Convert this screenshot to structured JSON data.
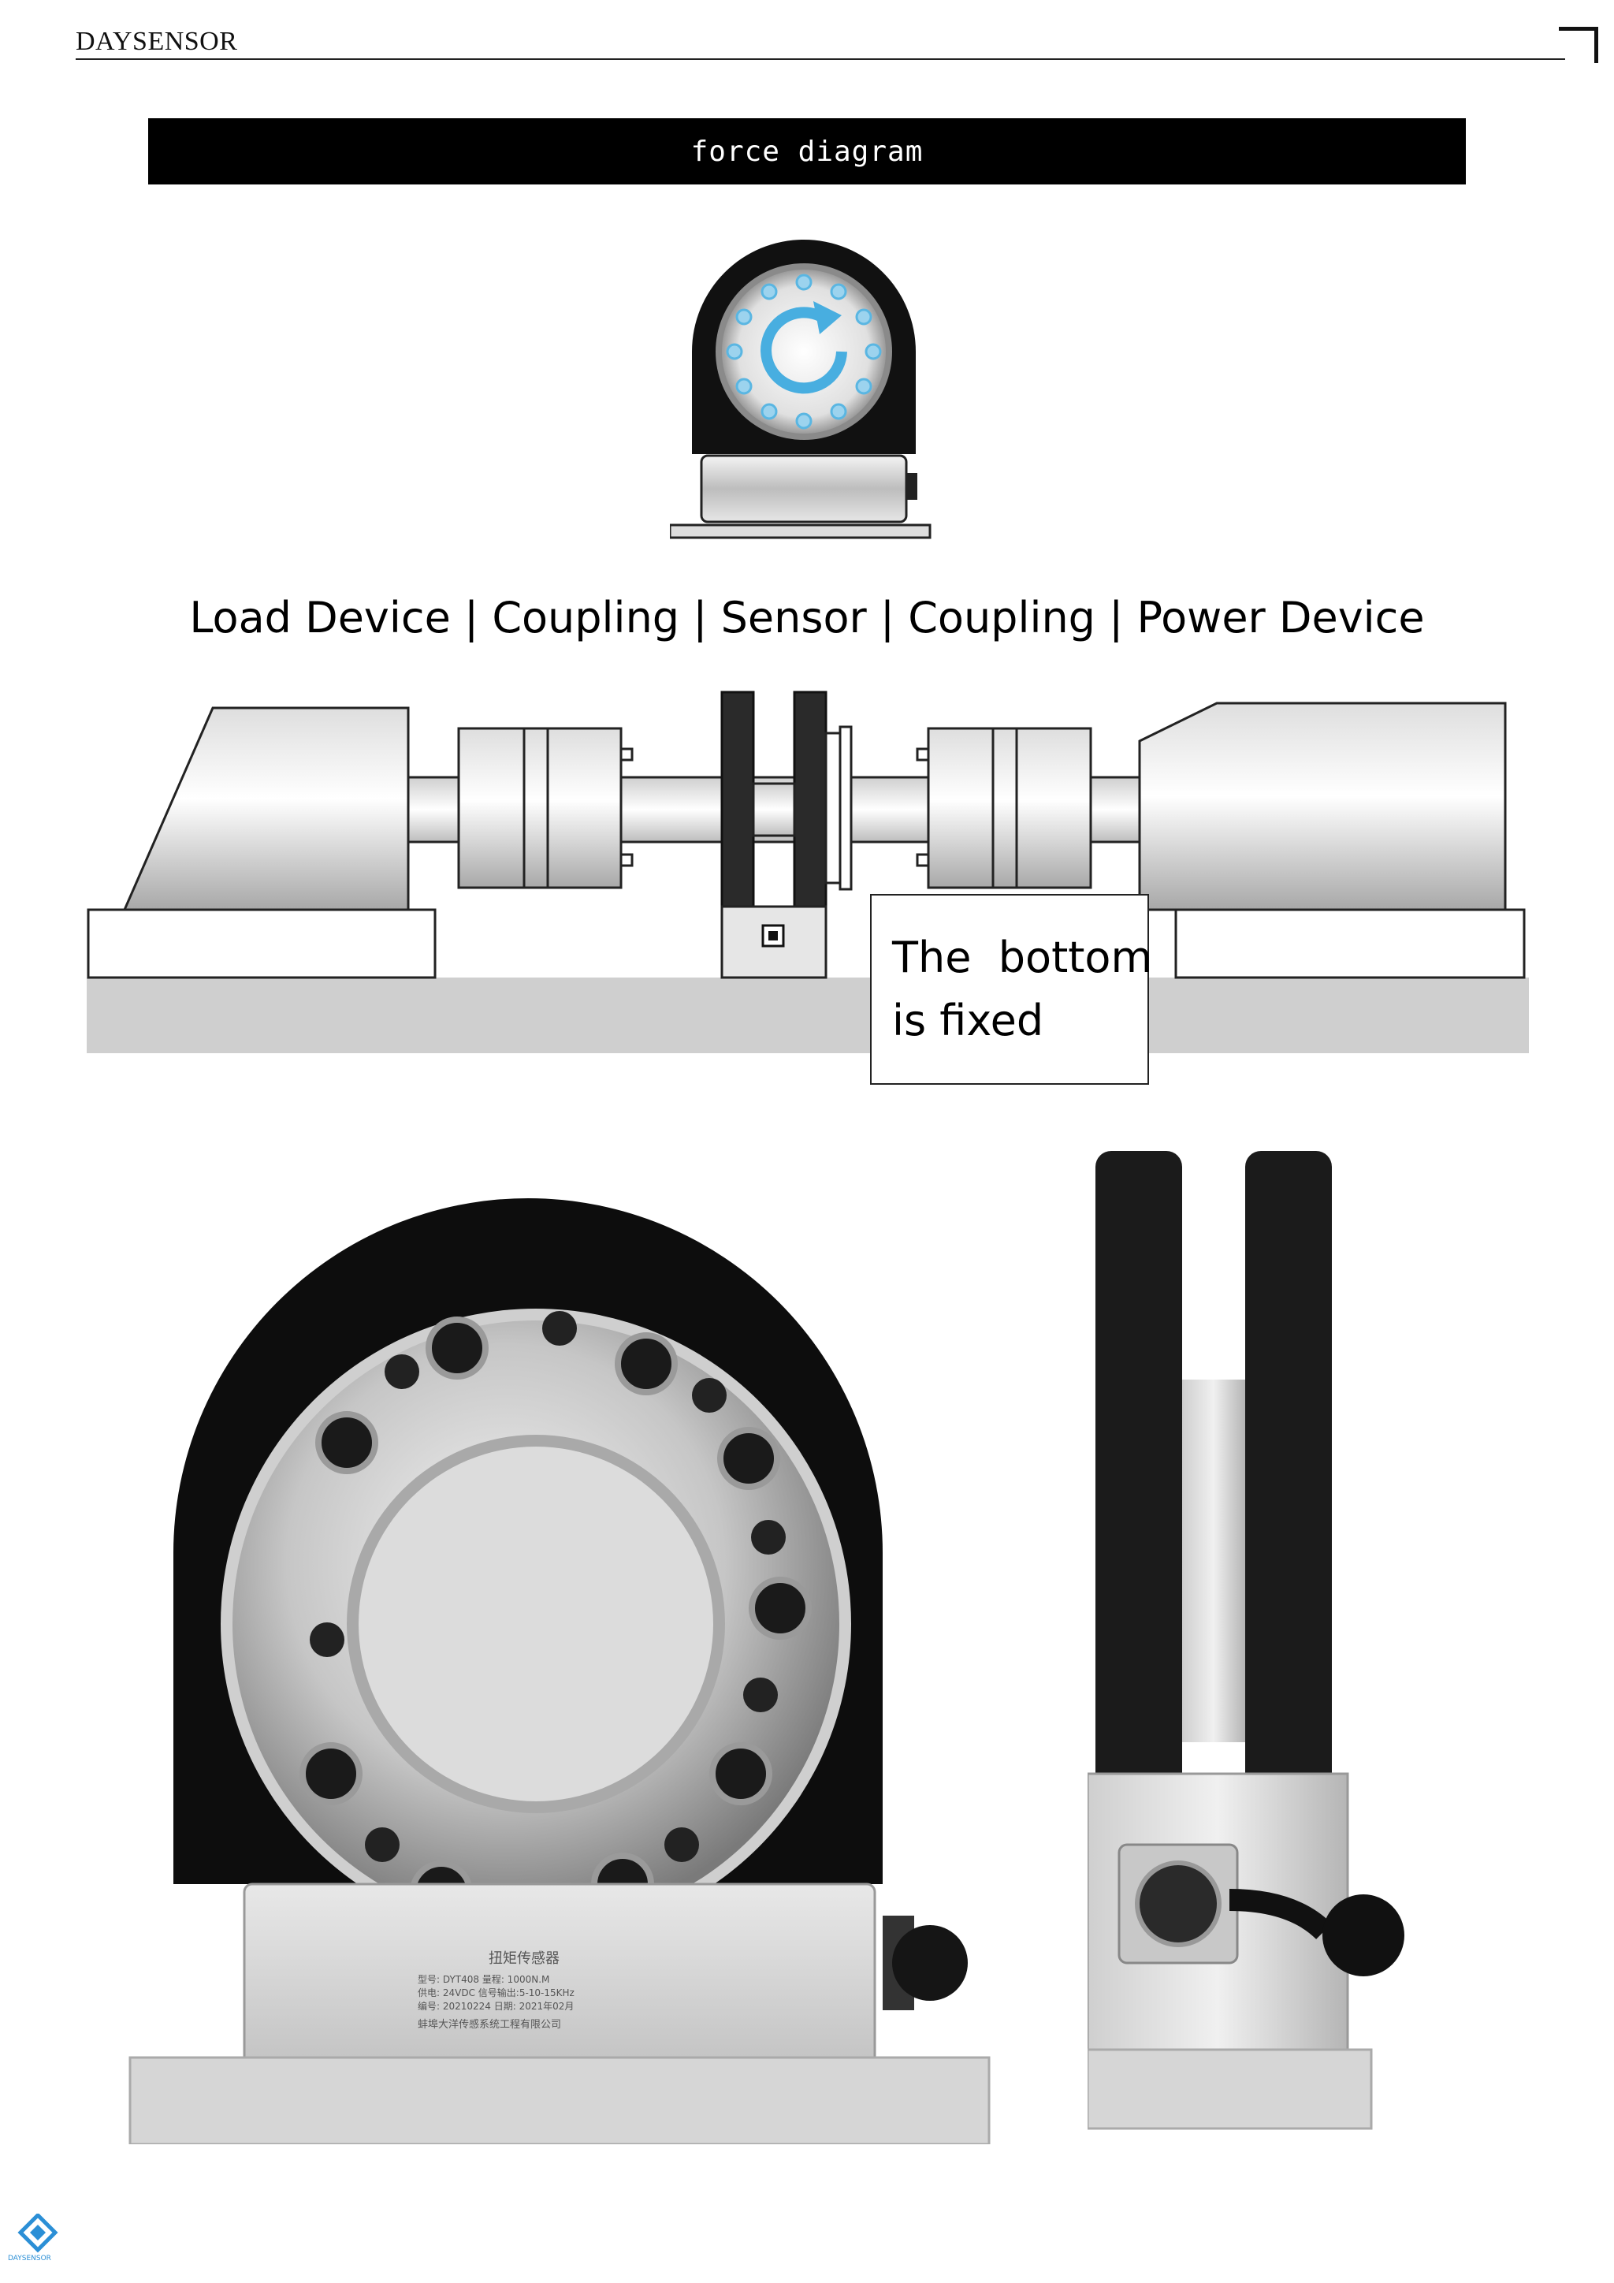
{
  "header": {
    "brand": "DAYSENSOR"
  },
  "banner": {
    "title": "force diagram"
  },
  "drive_chain": {
    "label": "Load Device | Coupling | Sensor | Coupling | Power Device",
    "callout_line1": "The  bottom",
    "callout_line2": "is fixed"
  },
  "product_photo_front": {
    "nameplate_title": "扭矩传感器",
    "nameplate_lines": [
      "型号: DYT408    量程: 1000N.M",
      "供电: 24VDC     信号输出:5-10-15KHz",
      "编号: 20210224  日期: 2021年02月",
      "蚌埠大洋传感系统工程有限公司"
    ]
  },
  "footer_logo": {
    "text": "DAYSENSOR"
  }
}
